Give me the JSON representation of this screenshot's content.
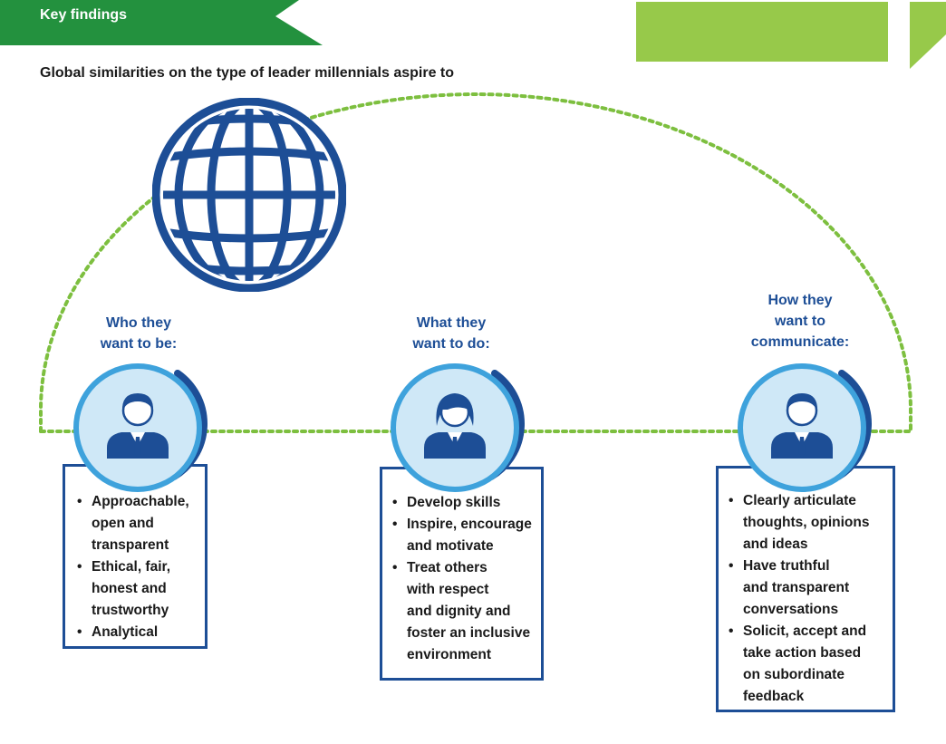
{
  "header": {
    "banner_label": "Key findings",
    "subtitle": "Global similarities on the type of leader millennials aspire to"
  },
  "colors": {
    "banner_green": "#23913e",
    "lime": "#97c94a",
    "navy": "#1d4e96",
    "light_blue": "#3ea2dc",
    "pale_blue": "#cfe8f7",
    "dotted_green": "#7dbf3f"
  },
  "icons": {
    "globe": "globe-icon",
    "person_male": "businessman-icon",
    "person_female": "businesswoman-icon"
  },
  "columns": [
    {
      "heading": [
        "Who they",
        "want to be:"
      ],
      "avatar": "businessman-icon",
      "items": [
        [
          "Approachable,",
          "open and",
          "transparent"
        ],
        [
          "Ethical, fair,",
          "honest and",
          "trustworthy"
        ],
        [
          "Analytical"
        ]
      ]
    },
    {
      "heading": [
        "What they",
        "want to do:"
      ],
      "avatar": "businesswoman-icon",
      "items": [
        [
          "Develop skills"
        ],
        [
          "Inspire, encourage",
          "and motivate"
        ],
        [
          "Treat others",
          "with respect",
          "and dignity and",
          "foster an inclusive",
          "environment"
        ]
      ]
    },
    {
      "heading": [
        "How they",
        "want to",
        "communicate:"
      ],
      "avatar": "businessman-icon",
      "items": [
        [
          "Clearly articulate",
          "thoughts, opinions",
          "and ideas"
        ],
        [
          "Have truthful",
          "and transparent",
          "conversations"
        ],
        [
          "Solicit, accept and",
          "take action based",
          "on subordinate",
          "feedback"
        ]
      ]
    }
  ]
}
